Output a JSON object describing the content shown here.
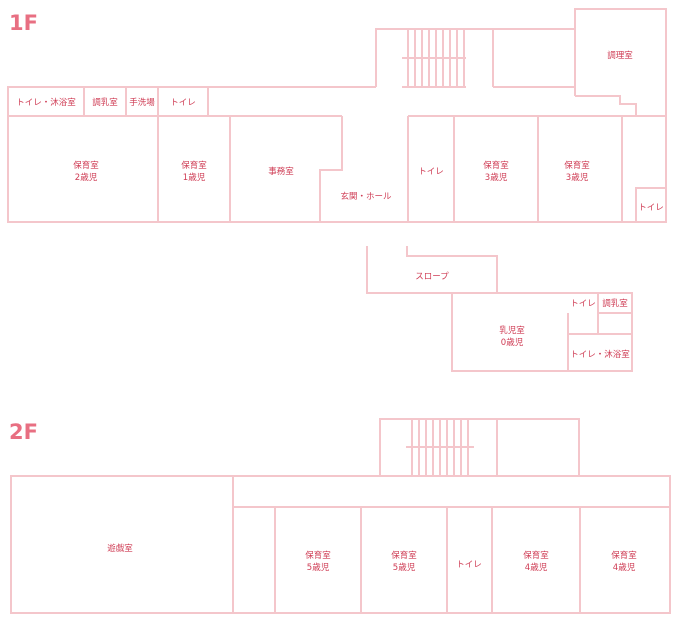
{
  "floors": {
    "f1": "1F",
    "f2": "2F"
  },
  "rooms": {
    "chori": "調理室",
    "toilet_bath_1": "トイレ・沐浴室",
    "milk_1": "調乳室",
    "handwash": "手洗場",
    "toilet_1": "トイレ",
    "class_2_title": "保育室",
    "class_2_age": "2歳児",
    "class_1_title": "保育室",
    "class_1_age": "1歳児",
    "office": "事務室",
    "entrance": "玄関・ホール",
    "toilet_2": "トイレ",
    "class_3a_title": "保育室",
    "class_3a_age": "3歳児",
    "class_3b_title": "保育室",
    "class_3b_age": "3歳児",
    "toilet_3": "トイレ",
    "slope": "スロープ",
    "class_0_title": "乳児室",
    "class_0_age": "0歳児",
    "toilet_4": "トイレ",
    "milk_2": "調乳室",
    "toilet_bath_2": "トイレ・沐浴室",
    "playroom": "遊戯室",
    "class_5a_title": "保育室",
    "class_5a_age": "5歳児",
    "class_5b_title": "保育室",
    "class_5b_age": "5歳児",
    "toilet_5": "トイレ",
    "class_4a_title": "保育室",
    "class_4a_age": "4歳児",
    "class_4b_title": "保育室",
    "class_4b_age": "4歳児"
  },
  "colors": {
    "wall": "#f4c6cb",
    "label": "#cf3c54",
    "floor_title": "#e86f82"
  }
}
